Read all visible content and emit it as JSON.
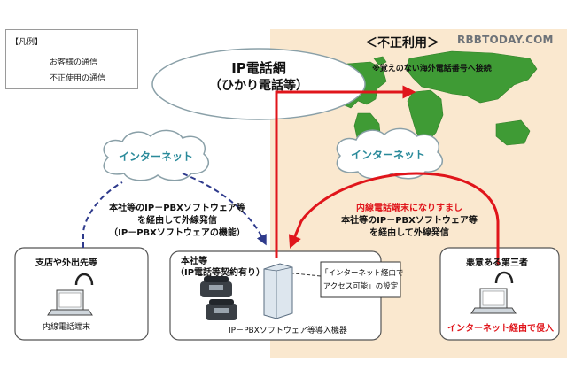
{
  "watermark": "RBBTODAY.COM",
  "legend": {
    "title": "【凡例】",
    "items": [
      {
        "label": "お客様の通信",
        "color": "#2e3a8c",
        "style": "dashed"
      },
      {
        "label": "不正使用の通信",
        "color": "#e0151b",
        "style": "solid"
      }
    ]
  },
  "fraud_zone": {
    "title": "＜不正利用＞",
    "note": "※覚えのない海外電話番号へ接続"
  },
  "ip_network": {
    "line1": "IP電話網",
    "line2": "（ひかり電話等）"
  },
  "internet_left": "インターネット",
  "internet_right": "インターネット",
  "customer_route": {
    "line1": "本社等のIP－PBXソフトウェア等",
    "line2": "を経由して外線発信",
    "line3": "（IP－PBXソフトウェアの機能）"
  },
  "fraud_route": {
    "line1": "内線電話端末になりすまし",
    "line2": "本社等のIP－PBXソフトウェア等",
    "line3": "を経由して外線発信"
  },
  "branch": {
    "title": "支店や外出先等",
    "device_label": "内線電話端末"
  },
  "hq": {
    "title": "本社等",
    "subtitle": "（IP電話等契約有り）",
    "device_label": "IP－PBXソフトウェア等導入機器"
  },
  "callout": {
    "line1": "「インターネット経由で",
    "line2": "アクセス可能」の設定"
  },
  "attacker": {
    "title": "悪意ある第三者",
    "action": "インターネット経由で侵入"
  },
  "colors": {
    "fraud_bg": "#fae8cf",
    "customer": "#2e3a8c",
    "fraud": "#e0151b",
    "map": "#3f9b35",
    "internet_text": "#2a8a9a",
    "cloud_stroke": "#8aa0a8"
  }
}
